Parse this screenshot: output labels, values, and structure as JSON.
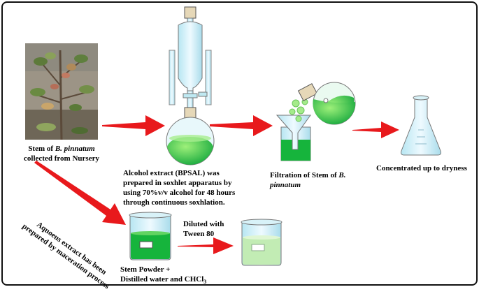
{
  "labels": {
    "stem_collected_prefix": "Stem of ",
    "stem_collected_species": "B. pinnatum",
    "stem_collected_suffix": "collected from Nursery",
    "alcohol_extract": "Alcohol extract (BPSAL) was prepared in soxhlet apparatus by using 70%v/v alcohol for 48 hours through continuous soxhlation.",
    "filtration_prefix": "Filtration of  Stem of ",
    "filtration_species": "B. pinnatum",
    "concentrated": "Concentrated up to dryness",
    "aqueous": "Aquoeus extract has been prepared by maceration process",
    "stem_powder_line1": "Stem Powder +",
    "stem_powder_line2": "Distilled water and CHCl",
    "stem_powder_subscript": "3",
    "diluted_line1": "Diluted with",
    "diluted_line2": "Tween 80"
  },
  "colors": {
    "arrow": "#e8191c",
    "liquid_green": "#16b43c",
    "liquid_light_green": "#c2ecb4",
    "glass": "#cfeef5"
  }
}
